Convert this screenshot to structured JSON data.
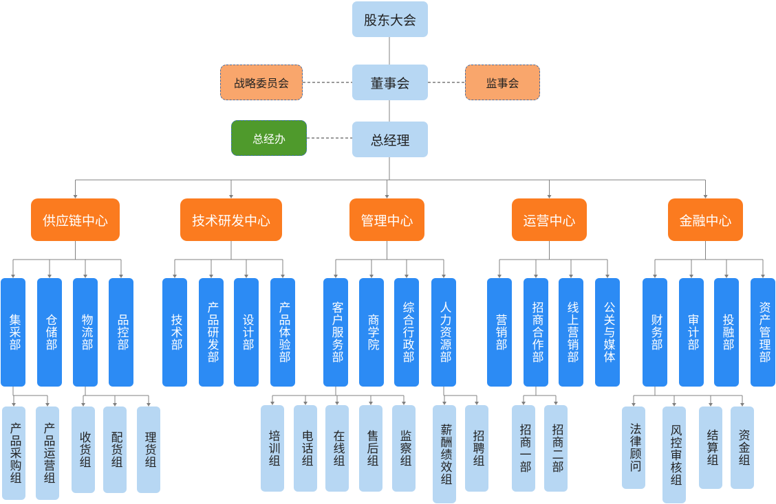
{
  "top": {
    "shareholders": "股东大会",
    "board": "董事会",
    "gm": "总经理",
    "strategy": "战略委员会",
    "supervisors": "监事会",
    "gm_office": "总经办"
  },
  "centers": [
    {
      "name": "供应链中心",
      "depts": [
        {
          "name": "集采部",
          "groups": [
            "产品采购组",
            "产品运营组"
          ]
        },
        {
          "name": "仓储部",
          "groups": []
        },
        {
          "name": "物流部",
          "groups": [
            "收货组",
            "配货组",
            "理货组"
          ]
        },
        {
          "name": "品控部",
          "groups": []
        }
      ]
    },
    {
      "name": "技术研发中心",
      "depts": [
        {
          "name": "技术部",
          "groups": []
        },
        {
          "name": "产品研发部",
          "groups": []
        },
        {
          "name": "设计部",
          "groups": []
        },
        {
          "name": "产品体验部",
          "groups": []
        }
      ]
    },
    {
      "name": "管理中心",
      "depts": [
        {
          "name": "客户服务部",
          "groups": [
            "培训组",
            "电话组",
            "在线组",
            "售后组",
            "监察组"
          ]
        },
        {
          "name": "商学院",
          "groups": []
        },
        {
          "name": "综合行政部",
          "groups": []
        },
        {
          "name": "人力资源部",
          "groups": [
            "薪酬绩效组",
            "招聘组"
          ]
        }
      ]
    },
    {
      "name": "运营中心",
      "depts": [
        {
          "name": "营销部",
          "groups": []
        },
        {
          "name": "招商合作部",
          "groups": [
            "招商一部",
            "招商二部"
          ]
        },
        {
          "name": "线上营销部",
          "groups": []
        },
        {
          "name": "公关与媒体",
          "groups": []
        }
      ]
    },
    {
      "name": "金融中心",
      "depts": [
        {
          "name": "财务部",
          "groups": [
            "法律顾问",
            "风控审核组",
            "结算组",
            "资金组"
          ]
        },
        {
          "name": "审计部",
          "groups": []
        },
        {
          "name": "投融部",
          "groups": []
        },
        {
          "name": "资产管理部",
          "groups": []
        }
      ]
    }
  ],
  "colors": {
    "top_box": "#b7d7f3",
    "side_box": "#f9a66c",
    "green_box": "#4f9a2c",
    "center_box": "#fb7b1f",
    "dept_box": "#2c8bf4",
    "group_box": "#b7d7f3",
    "line": "#808080"
  }
}
